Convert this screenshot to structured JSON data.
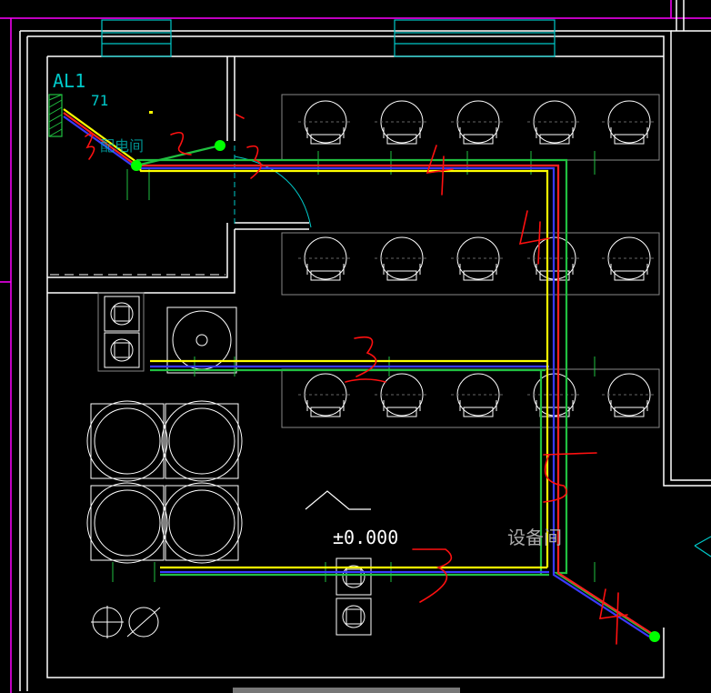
{
  "drawing": {
    "panel_label": "AL1",
    "circuit_label": "71",
    "room_label_partial": "配电间",
    "elevation_label": "±0.000",
    "equipment_room_label": "设备间"
  },
  "colors": {
    "background": "#000000",
    "wall": "#ffffff",
    "outer_border": "#ff00ff",
    "cyan": "#00c8c8",
    "wire_yellow": "#ffff00",
    "wire_red": "#ff2020",
    "wire_blue": "#3a3aff",
    "wire_green": "#20c040",
    "annotation_red": "#ff1010",
    "node_green": "#00ff00"
  },
  "markup_annotations": [
    "3",
    "2",
    "3",
    "4",
    "4",
    "3",
    "3",
    "5",
    "3",
    "4"
  ]
}
